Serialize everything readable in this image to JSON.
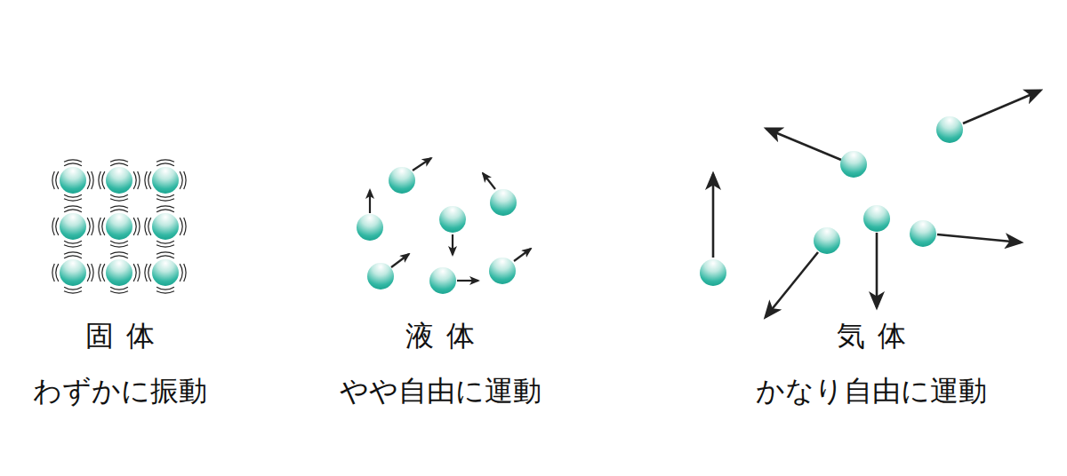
{
  "diagram": {
    "labels": [
      "固体",
      "わずかに振動",
      "液体",
      "やや自由に運動",
      "気体",
      "かなり自由に運動"
    ]
  }
}
